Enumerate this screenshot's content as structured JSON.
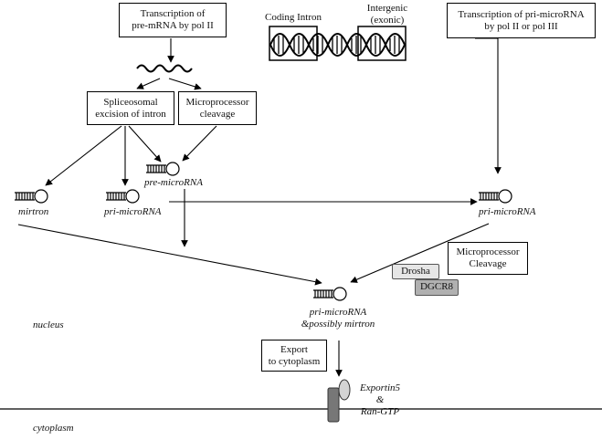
{
  "boxes": {
    "transcription_pre_mrna": [
      "Transcription of",
      "pre-mRNA by pol II"
    ],
    "transcription_pri_microrna": [
      "Transcription of pri-microRNA",
      "by pol II or pol III"
    ],
    "spliceosomal_excision": [
      "Spliceosomal",
      "excision of intron"
    ],
    "microprocessor_cleavage_top": [
      "Microprocessor",
      "cleavage"
    ],
    "microprocessor_cleavage_right": [
      "Microprocessor",
      "Cleavage"
    ],
    "export": [
      "Export",
      "to cytoplasm"
    ]
  },
  "genome_labels": {
    "coding_intron": "Coding Intron",
    "intergenic": [
      "Intergenic",
      "(exonic)"
    ]
  },
  "hairpin_labels": {
    "mirtron": "mirtron",
    "pri_microrna_left": "pri-microRNA",
    "pre_microrna": "pre-microRNA",
    "pri_microrna_right": "pri-microRNA",
    "center": [
      "pri-microRNA",
      "&possibly mirtron"
    ]
  },
  "proteins": {
    "drosha": "Drosha",
    "dgcr8": "DGCR8",
    "exportin": [
      "Exportin5",
      "&",
      "Ran-GTP"
    ]
  },
  "compartments": {
    "nucleus": "nucleus",
    "cytoplasm": "cytoplasm"
  },
  "colors": {
    "drosha_fill": "#e6e6e6",
    "dgcr8_fill": "#b0b0b0",
    "channel_fill": "#777777",
    "exportin_fill": "#d4d4d4"
  }
}
